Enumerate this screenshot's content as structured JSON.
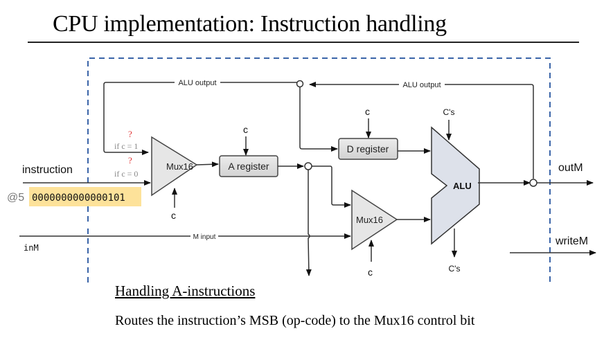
{
  "slide": {
    "title": "CPU implementation: Instruction handling",
    "subheading": "Handling A-instructions",
    "description": "Routes the instruction’s MSB (op-code) to the Mux16 control bit"
  },
  "diagram": {
    "wires": {
      "alu_output_left": "ALU output",
      "alu_output_right": "ALU output",
      "m_input": "M input"
    },
    "mux1": {
      "label": "Mux16",
      "input1_condition": "if c = 1",
      "input0_condition": "if c = 0",
      "question_mark": "?",
      "control": "c"
    },
    "a_register": {
      "label": "A register",
      "control": "c"
    },
    "d_register": {
      "label": "D register",
      "control": "c"
    },
    "mux2": {
      "label": "Mux16",
      "control": "c"
    },
    "alu": {
      "label": "ALU",
      "control_in": "C's",
      "control_out": "C's"
    },
    "inputs": {
      "instruction": "instruction",
      "instruction_address": "@5",
      "instruction_bits": "0000000000000101",
      "inM": "inM"
    },
    "outputs": {
      "outM": "outM",
      "writeM": "writeM"
    },
    "colors": {
      "boundary": "#3a64a8",
      "highlight": "#fde29a",
      "question": "#e03030",
      "alu_fill": "#dde1ea",
      "block_fill": "#e2e2e2"
    }
  }
}
